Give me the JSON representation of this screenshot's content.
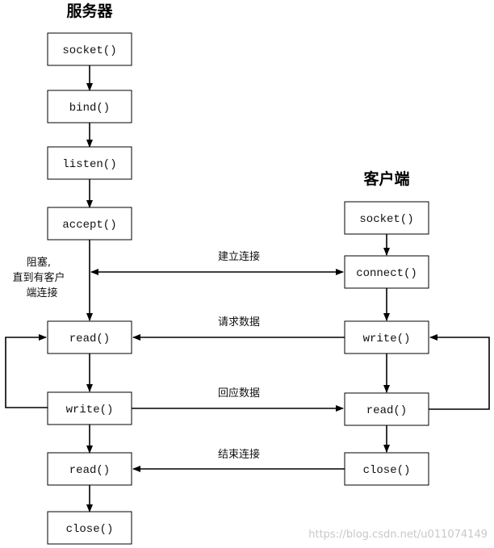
{
  "server": {
    "title": "服务器",
    "steps": [
      "socket()",
      "bind()",
      "listen()",
      "accept()",
      "read()",
      "write()",
      "read()",
      "close()"
    ],
    "block_note": [
      "阻塞,",
      "直到有客户",
      "端连接"
    ]
  },
  "client": {
    "title": "客户端",
    "steps": [
      "socket()",
      "connect()",
      "write()",
      "read()",
      "close()"
    ]
  },
  "links": {
    "connect": "建立连接",
    "request": "请求数据",
    "response": "回应数据",
    "close": "结束连接"
  },
  "watermark": "https://blog.csdn.net/u011074149"
}
